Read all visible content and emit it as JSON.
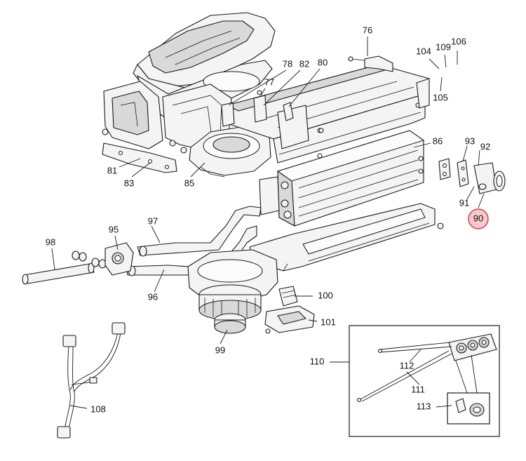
{
  "callouts": {
    "p76": "76",
    "p104": "104",
    "p109": "109",
    "p106": "106",
    "p105": "105",
    "p77": "77",
    "p78": "78",
    "p82": "82",
    "p80": "80",
    "p81": "81",
    "p83": "83",
    "p85": "85",
    "p86": "86",
    "p93": "93",
    "p92": "92",
    "p91": "91",
    "p90": "90",
    "p95": "95",
    "p97": "97",
    "p98": "98",
    "p96": "96",
    "p100": "100",
    "p101": "101",
    "p99": "99",
    "p110": "110",
    "p112": "112",
    "p111": "111",
    "p113": "113",
    "p108": "108"
  },
  "highlight": {
    "callout": "p90",
    "color": "#d33a3a",
    "fill": "#f6caca"
  }
}
